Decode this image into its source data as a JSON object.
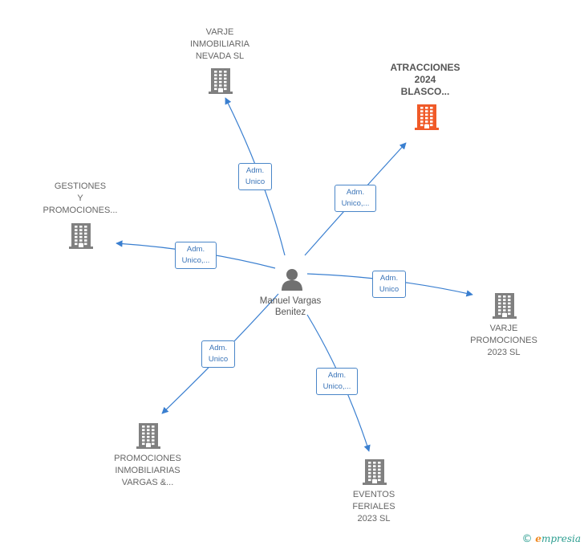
{
  "person": {
    "name": "Manuel\nVargas\nBenitez",
    "icon": "person-icon"
  },
  "companies": [
    {
      "id": "varje-nevada",
      "name": "VARJE\nINMOBILIARIA\nNEVADA  SL",
      "icon": "building-icon",
      "color": "#808080",
      "highlight": false
    },
    {
      "id": "atracciones",
      "name": "ATRACCIONES\n2024\nBLASCO...",
      "icon": "building-icon",
      "color": "#f05a28",
      "highlight": true
    },
    {
      "id": "gestiones",
      "name": "GESTIONES\nY\nPROMOCIONES...",
      "icon": "building-icon",
      "color": "#808080",
      "highlight": false
    },
    {
      "id": "varje-promociones",
      "name": "VARJE\nPROMOCIONES\n2023  SL",
      "icon": "building-icon",
      "color": "#808080",
      "highlight": false
    },
    {
      "id": "promociones-vargas",
      "name": "PROMOCIONES\nINMOBILIARIAS\nVARGAS &...",
      "icon": "building-icon",
      "color": "#808080",
      "highlight": false
    },
    {
      "id": "eventos",
      "name": "EVENTOS\nFERIALES\n2023  SL",
      "icon": "building-icon",
      "color": "#808080",
      "highlight": false
    }
  ],
  "edges": [
    {
      "to": "varje-nevada",
      "label": "Adm.\nUnico"
    },
    {
      "to": "atracciones",
      "label": "Adm.\nUnico,..."
    },
    {
      "to": "gestiones",
      "label": "Adm.\nUnico,..."
    },
    {
      "to": "varje-promociones",
      "label": "Adm.\nUnico"
    },
    {
      "to": "promociones-vargas",
      "label": "Adm.\nUnico"
    },
    {
      "to": "eventos",
      "label": "Adm.\nUnico,..."
    }
  ],
  "colors": {
    "edge": "#3a7fd0",
    "building": "#808080",
    "highlight": "#f05a28"
  },
  "footer": {
    "copyright": "©",
    "brand_first": "e",
    "brand_rest": "mpresia"
  }
}
